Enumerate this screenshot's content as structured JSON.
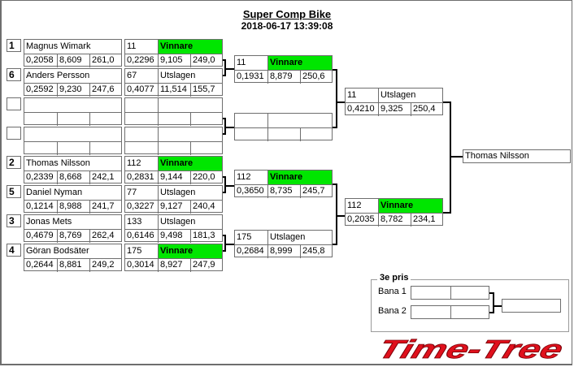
{
  "header": {
    "title": "Super Comp Bike",
    "datetime": "2018-06-17 13:39:08"
  },
  "round1": [
    {
      "seed": "1",
      "name": "Magnus Wimark",
      "rt": "0,2058",
      "et": "8,609",
      "speed": "261,0"
    },
    {
      "seed": "6",
      "name": "Anders Persson",
      "rt": "0,2592",
      "et": "9,230",
      "speed": "247,6"
    },
    {
      "seed": "",
      "name": "",
      "rt": "",
      "et": "",
      "speed": ""
    },
    {
      "seed": "",
      "name": "",
      "rt": "",
      "et": "",
      "speed": ""
    },
    {
      "seed": "2",
      "name": "Thomas Nilsson",
      "rt": "0,2339",
      "et": "8,668",
      "speed": "242,1"
    },
    {
      "seed": "5",
      "name": "Daniel Nyman",
      "rt": "0,1214",
      "et": "8,988",
      "speed": "241,7"
    },
    {
      "seed": "3",
      "name": "Jonas Mets",
      "rt": "0,4679",
      "et": "8,769",
      "speed": "262,4"
    },
    {
      "seed": "4",
      "name": "Göran Bodsäter",
      "rt": "0,2644",
      "et": "8,881",
      "speed": "249,2"
    }
  ],
  "round2": [
    {
      "num": "11",
      "status": "Vinnare",
      "win": true,
      "rt": "0,2296",
      "et": "9,105",
      "speed": "249,0"
    },
    {
      "num": "67",
      "status": "Utslagen",
      "win": false,
      "rt": "0,4077",
      "et": "11,514",
      "speed": "155,7"
    },
    {
      "num": "",
      "status": "",
      "win": false,
      "rt": "",
      "et": "",
      "speed": ""
    },
    {
      "num": "",
      "status": "",
      "win": false,
      "rt": "",
      "et": "",
      "speed": ""
    },
    {
      "num": "112",
      "status": "Vinnare",
      "win": true,
      "rt": "0,2831",
      "et": "9,144",
      "speed": "220,0"
    },
    {
      "num": "77",
      "status": "Utslagen",
      "win": false,
      "rt": "0,3227",
      "et": "9,127",
      "speed": "240,4"
    },
    {
      "num": "133",
      "status": "Utslagen",
      "win": false,
      "rt": "0,6146",
      "et": "9,498",
      "speed": "181,3"
    },
    {
      "num": "175",
      "status": "Vinnare",
      "win": true,
      "rt": "0,3014",
      "et": "8,927",
      "speed": "247,9"
    }
  ],
  "round3": [
    {
      "num": "11",
      "status": "Vinnare",
      "win": true,
      "rt": "0,1931",
      "et": "8,879",
      "speed": "250,6"
    },
    {
      "num": "",
      "status": "",
      "win": false,
      "rt": "",
      "et": "",
      "speed": ""
    },
    {
      "num": "112",
      "status": "Vinnare",
      "win": true,
      "rt": "0,3650",
      "et": "8,735",
      "speed": "245,7"
    },
    {
      "num": "175",
      "status": "Utslagen",
      "win": false,
      "rt": "0,2684",
      "et": "8,999",
      "speed": "245,8"
    }
  ],
  "round4": [
    {
      "num": "11",
      "status": "Utslagen",
      "win": false,
      "rt": "0,4210",
      "et": "9,325",
      "speed": "250,4"
    },
    {
      "num": "112",
      "status": "Vinnare",
      "win": true,
      "rt": "0,2035",
      "et": "8,782",
      "speed": "234,1"
    }
  ],
  "champion": "Thomas Nilsson",
  "third_place": {
    "legend": "3e pris",
    "lane1": "Bana 1",
    "lane2": "Bana 2",
    "winner": ""
  },
  "logo_text": "Time-Tree",
  "colors": {
    "winner_bg": "#00e600",
    "logo_red": "#e0101c"
  }
}
